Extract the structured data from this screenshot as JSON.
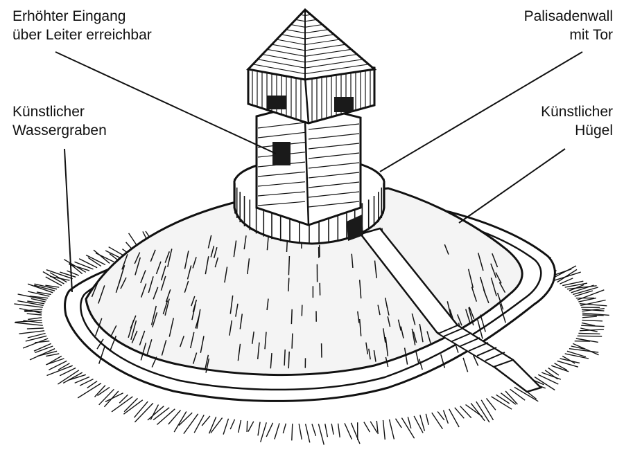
{
  "labels": {
    "entrance": {
      "line1": "Erhöhter  Eingang",
      "line2": "über Leiter erreichbar"
    },
    "palisade": {
      "line1": "Palisadenwall",
      "line2": "mit Tor"
    },
    "moat": {
      "line1": "Künstlicher",
      "line2": "Wassergraben"
    },
    "hill": {
      "line1": "Künstlicher",
      "line2": "Hügel"
    }
  },
  "colors": {
    "ink": "#111111",
    "paper": "#ffffff",
    "window": "#1a1a1a"
  }
}
